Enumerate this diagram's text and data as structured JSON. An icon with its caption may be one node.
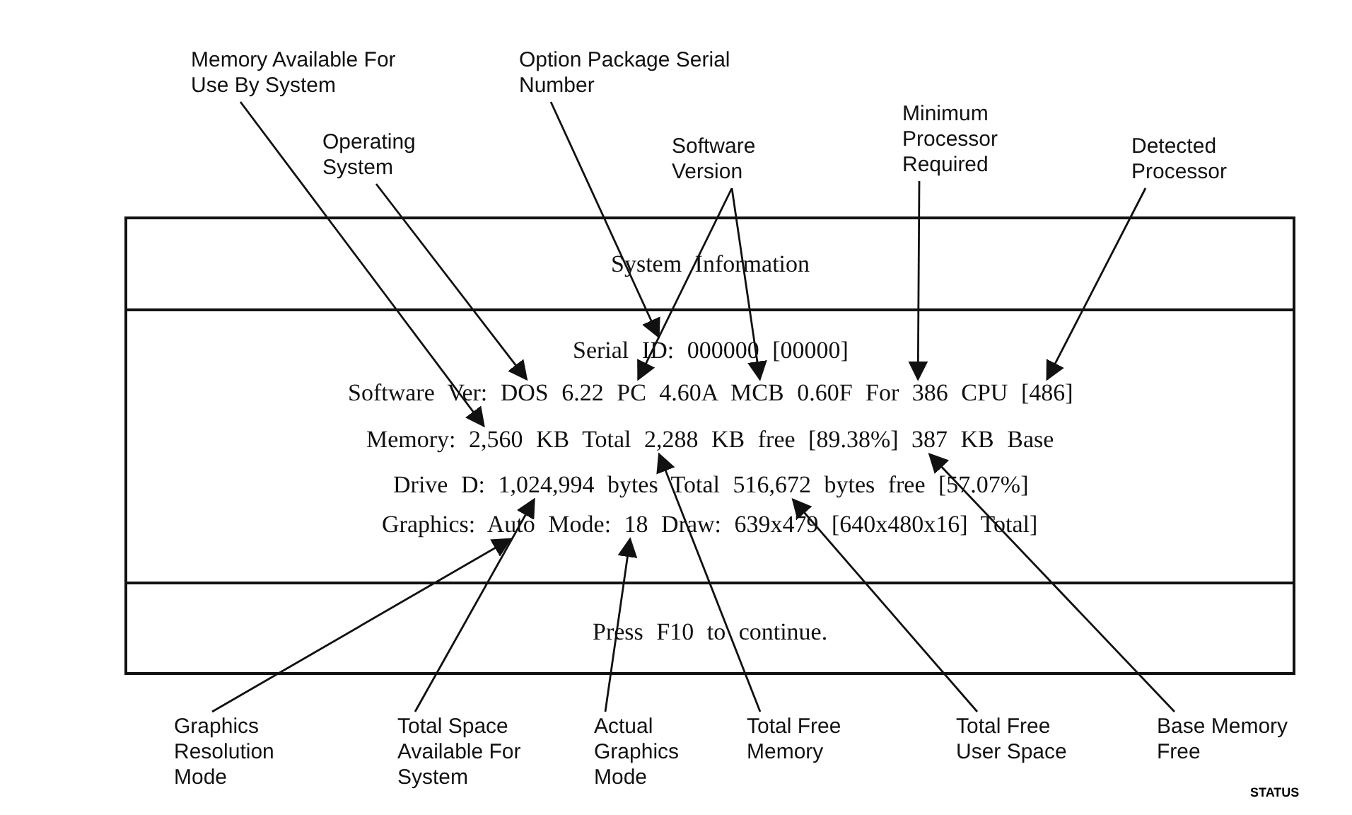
{
  "diagram": {
    "nodes": [
      {
        "text": [
          "Memory Available For Use By System"
        ]
      },
      {
        "text": [
          "Option Package Serial Number"
        ]
      },
      {
        "text": [
          "Operating System"
        ]
      },
      {
        "text": [
          "Software Version"
        ]
      },
      {
        "text": [
          "Minimum Processor Required"
        ]
      },
      {
        "text": [
          "Detected Processor"
        ]
      },
      {
        "text": [],
        "shape": "box"
      },
      {
        "text": [
          "System Information"
        ],
        "in": 6
      },
      {
        "text": [
          "Serial ID: 000000 [00000]"
        ],
        "in": 6
      },
      {
        "text": [
          "Software Ver: DOS 6.22 PC 4.60A MCB 0.60F For 386 CPU [486]"
        ],
        "in": 6
      },
      {
        "text": [
          "Memory: 2,560 KB Total 2,288 KB free [89.38%] 387 KB Base"
        ],
        "in": 6
      },
      {
        "text": [
          "Drive D: 1,024,994 bytes Total 516,672 bytes free [57.07%]"
        ],
        "in": 6
      },
      {
        "text": [
          "Graphics: Auto Mode: 18 Draw: 639x479 [640x480x16] Total]"
        ],
        "in": 6
      },
      {
        "text": [
          "Press F10 to continue."
        ],
        "in": 6
      },
      {
        "text": [
          "Graphics Resolution Mode"
        ]
      },
      {
        "text": [
          "Total Space Available For System"
        ]
      },
      {
        "text": [
          "Actual Graphics Mode"
        ]
      },
      {
        "text": [
          "Total Free Memory"
        ]
      },
      {
        "text": [
          "Total Free User Space"
        ]
      },
      {
        "text": [
          "Base Memory Free"
        ]
      }
    ],
    "edges": [
      {
        "from": 0,
        "to": 10,
        "arrow": "to"
      },
      {
        "from": 1,
        "to": 8,
        "arrow": "to"
      },
      {
        "from": 2,
        "to": 9,
        "arrow": "to"
      },
      {
        "from": 3,
        "to": 9,
        "arrow": "to"
      },
      {
        "from": 3,
        "to": 9,
        "arrow": "to"
      },
      {
        "from": 4,
        "to": 9,
        "arrow": "to"
      },
      {
        "from": 5,
        "to": 9,
        "arrow": "to"
      },
      {
        "from": 14,
        "to": 12,
        "arrow": "to"
      },
      {
        "from": 15,
        "to": 11,
        "arrow": "to"
      },
      {
        "from": 16,
        "to": 12,
        "arrow": "to"
      },
      {
        "from": 17,
        "to": 10,
        "arrow": "to"
      },
      {
        "from": 18,
        "to": 11,
        "arrow": "to"
      },
      {
        "from": 19,
        "to": 10,
        "arrow": "to"
      }
    ],
    "labels": [
      "STATUS"
    ]
  }
}
